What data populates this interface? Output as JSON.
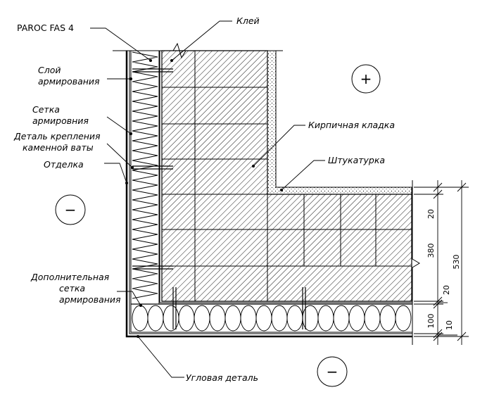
{
  "labels": {
    "paroc": "PAROC FAS 4",
    "glue": "Клей",
    "reinf_layer_1": "Слой",
    "reinf_layer_2": "армирования",
    "mesh_1": "Сетка",
    "mesh_2": "армировния",
    "fastener_1": "Деталь крепления",
    "fastener_2": "каменной ваты",
    "finish": "Отделка",
    "brickwork": "Кирпичная кладка",
    "plaster": "Штукатурка",
    "extra_mesh_1": "Дополнительная",
    "extra_mesh_2": "сетка",
    "extra_mesh_3": "армирования",
    "corner": "Угловая деталь"
  },
  "symbols": {
    "inside": "+",
    "outside_left": "−",
    "outside_bottom": "−"
  },
  "dimensions": {
    "d20_top": "20",
    "d380": "380",
    "d20_bottom": "20",
    "d100": "100",
    "d10": "10",
    "d530": "530"
  }
}
